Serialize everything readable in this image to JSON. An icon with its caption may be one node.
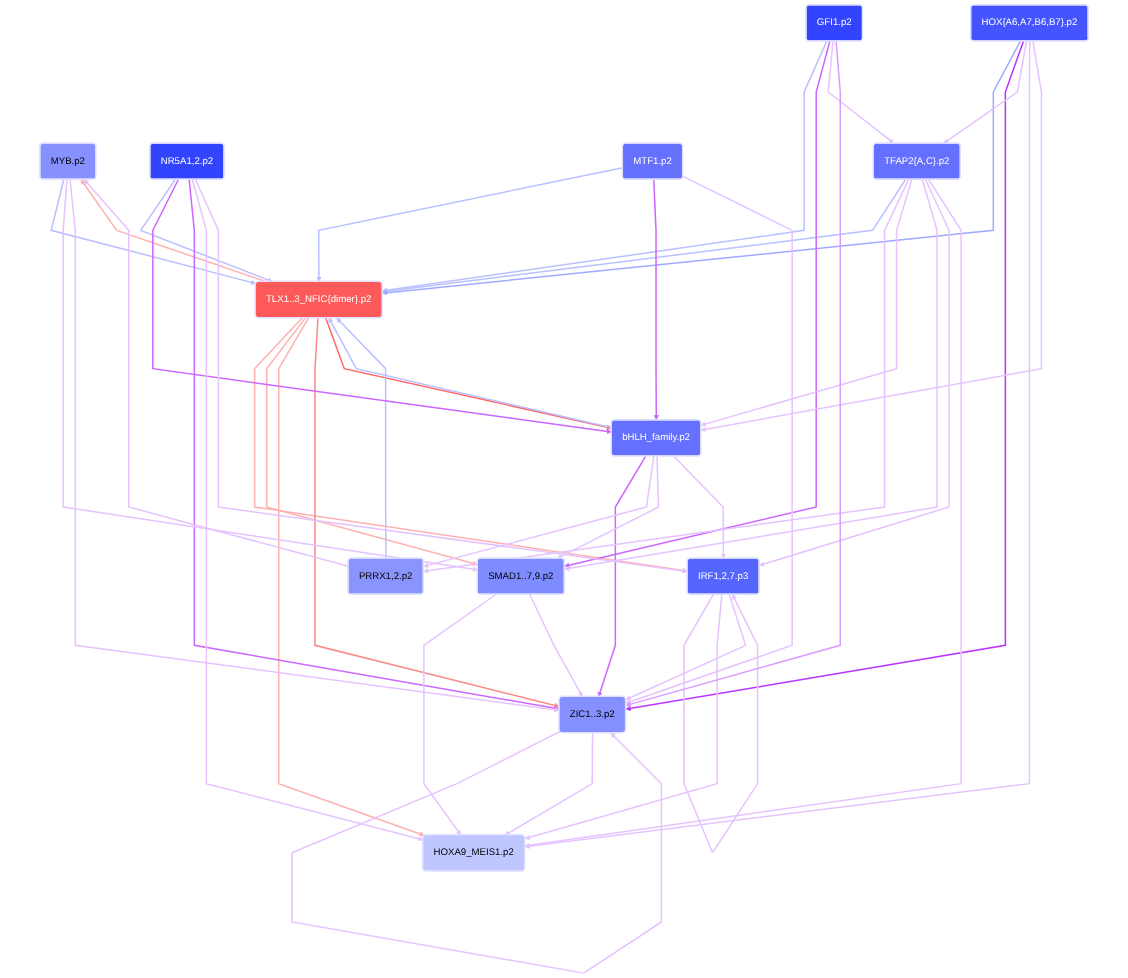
{
  "diagram": {
    "nodes": [
      {
        "text": [
          "MYB.p2"
        ]
      },
      {
        "text": [
          "IRF1,2,7.p3"
        ]
      },
      {
        "text": [
          "SMAD1..7,9.p2"
        ]
      },
      {
        "text": [
          "HOXA9_MEIS1.p2"
        ]
      },
      {
        "text": [
          "NR5A1,2.p2"
        ]
      },
      {
        "text": [
          "ZIC1..3.p2"
        ]
      },
      {
        "text": [
          "TLX1..3_NFIC{dimer}.p2"
        ]
      },
      {
        "text": [
          "bHLH_family.p2"
        ]
      },
      {
        "text": [
          "MTF1.p2"
        ]
      },
      {
        "text": [
          "PRRX1,2.p2"
        ]
      },
      {
        "text": [
          "HOX{A6,A7,B6,B7}.p2"
        ]
      },
      {
        "text": [
          "GFI1.p2"
        ]
      },
      {
        "text": [
          "TFAP2{A,C}.p2"
        ]
      }
    ],
    "edges": [
      {
        "from": 6,
        "to": 0,
        "arrow": "to",
        "color": "#ffb0b0"
      },
      {
        "from": 6,
        "to": 1,
        "arrow": "to",
        "color": "#ffb0b0"
      },
      {
        "from": 6,
        "to": 2,
        "arrow": "to",
        "color": "#ffb0b0"
      },
      {
        "from": 6,
        "to": 3,
        "arrow": "to",
        "color": "#ffb0b0"
      },
      {
        "from": 6,
        "to": 5,
        "arrow": "to",
        "color": "#ff8888"
      },
      {
        "from": 6,
        "to": 7,
        "arrow": "to",
        "color": "#ff6666"
      },
      {
        "from": 0,
        "to": 6,
        "arrow": "to",
        "color": "#b8c0ff"
      },
      {
        "from": 4,
        "to": 6,
        "arrow": "to",
        "color": "#b8c0ff"
      },
      {
        "from": 7,
        "to": 6,
        "arrow": "to",
        "color": "#b8c0ff"
      },
      {
        "from": 9,
        "to": 6,
        "arrow": "to",
        "color": "#b8c0ff"
      },
      {
        "from": 11,
        "to": 6,
        "arrow": "to",
        "color": "#b8c0ff"
      },
      {
        "from": 12,
        "to": 6,
        "arrow": "to",
        "color": "#b8c0ff"
      },
      {
        "from": 10,
        "to": 6,
        "arrow": "to",
        "color": "#a0aaff"
      },
      {
        "from": 8,
        "to": 6,
        "arrow": "to",
        "color": "#b8c0ff"
      },
      {
        "from": 4,
        "to": 7,
        "arrow": "to",
        "color": "#cc66ff"
      },
      {
        "from": 4,
        "to": 5,
        "arrow": "to",
        "color": "#cc66ff"
      },
      {
        "from": 8,
        "to": 7,
        "arrow": "to",
        "color": "#cc66ff"
      },
      {
        "from": 10,
        "to": 5,
        "arrow": "to",
        "color": "#bb33ff"
      },
      {
        "from": 11,
        "to": 2,
        "arrow": "to",
        "color": "#cc66ff"
      },
      {
        "from": 7,
        "to": 5,
        "arrow": "to",
        "color": "#cc66ff"
      },
      {
        "from": 1,
        "to": 1,
        "arrow": "to"
      },
      {
        "from": 5,
        "to": 5,
        "arrow": "to"
      },
      {
        "from": 0,
        "to": 2,
        "arrow": "to"
      },
      {
        "from": 11,
        "to": 12,
        "arrow": "to"
      },
      {
        "from": 10,
        "to": 12,
        "arrow": "to"
      },
      {
        "from": 12,
        "to": 9,
        "arrow": "to"
      },
      {
        "from": 7,
        "to": 9,
        "arrow": "to"
      },
      {
        "from": 1,
        "to": 3,
        "arrow": "to"
      },
      {
        "from": 2,
        "to": 3,
        "arrow": "to"
      },
      {
        "from": 5,
        "to": 3,
        "arrow": "to"
      },
      {
        "from": 10,
        "to": 3,
        "arrow": "to"
      },
      {
        "from": 8,
        "to": 5,
        "arrow": "to"
      },
      {
        "from": 12,
        "to": 7,
        "arrow": "to"
      },
      {
        "from": 10,
        "to": 7,
        "arrow": "to"
      },
      {
        "from": 9,
        "to": 0,
        "arrow": "to"
      },
      {
        "from": 7,
        "to": 2,
        "arrow": "to"
      },
      {
        "from": 12,
        "to": 2,
        "arrow": "to"
      },
      {
        "from": 2,
        "to": 5,
        "arrow": "to"
      },
      {
        "from": 1,
        "to": 5,
        "arrow": "to"
      },
      {
        "from": 4,
        "to": 3,
        "arrow": "to"
      },
      {
        "from": 4,
        "to": 1,
        "arrow": "to"
      },
      {
        "from": 7,
        "to": 1,
        "arrow": "to"
      },
      {
        "from": 12,
        "to": 1,
        "arrow": "to"
      },
      {
        "from": 0,
        "to": 5,
        "arrow": "to"
      },
      {
        "from": 11,
        "to": 5,
        "arrow": "to",
        "color": "#dd99ff"
      },
      {
        "from": 12,
        "to": 3,
        "arrow": "to"
      }
    ]
  }
}
